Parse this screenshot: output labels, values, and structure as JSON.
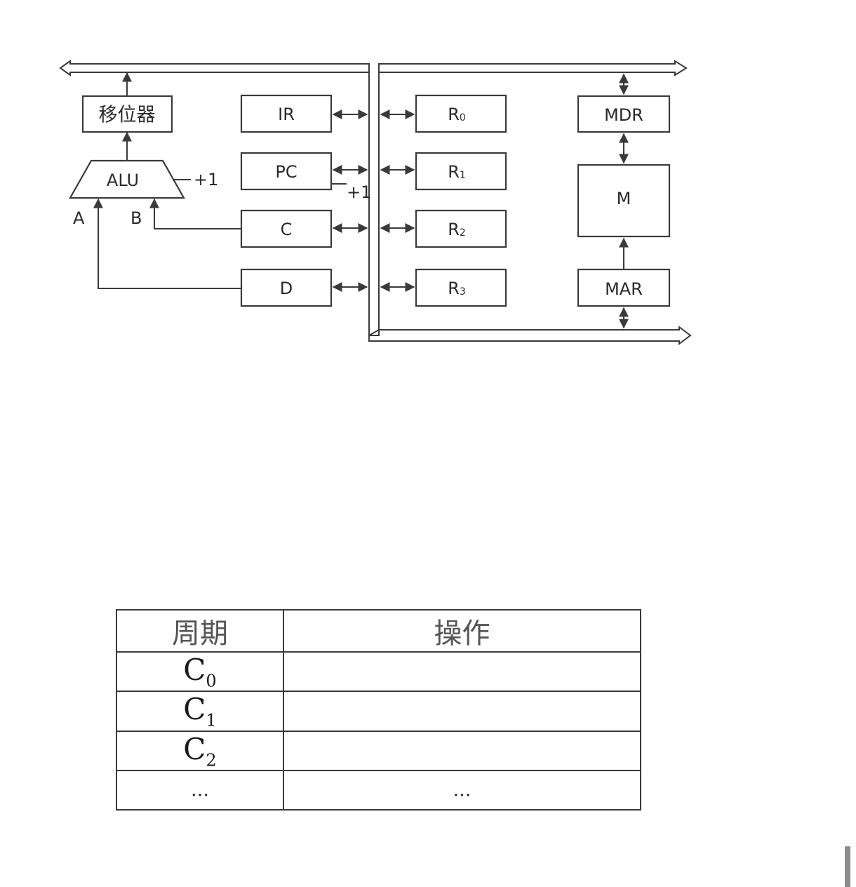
{
  "diagram": {
    "shifter": "移位器",
    "alu": "ALU",
    "alu_increment": "+1",
    "alu_input_a": "A",
    "alu_input_b": "B",
    "ir": "IR",
    "pc": "PC",
    "pc_increment": "+1",
    "c_reg": "C",
    "d_reg": "D",
    "r0": {
      "base": "R",
      "sub": "0"
    },
    "r1": {
      "base": "R",
      "sub": "1"
    },
    "r2": {
      "base": "R",
      "sub": "2"
    },
    "r3": {
      "base": "R",
      "sub": "3"
    },
    "mdr": "MDR",
    "memory": "M",
    "mar": "MAR"
  },
  "table": {
    "header_cycle": "周期",
    "header_operation": "操作",
    "rows": [
      {
        "cycle_base": "C",
        "cycle_sub": "0",
        "operation": ""
      },
      {
        "cycle_base": "C",
        "cycle_sub": "1",
        "operation": ""
      },
      {
        "cycle_base": "C",
        "cycle_sub": "2",
        "operation": ""
      },
      {
        "cycle_base": "…",
        "cycle_sub": "",
        "operation": "…"
      }
    ]
  }
}
